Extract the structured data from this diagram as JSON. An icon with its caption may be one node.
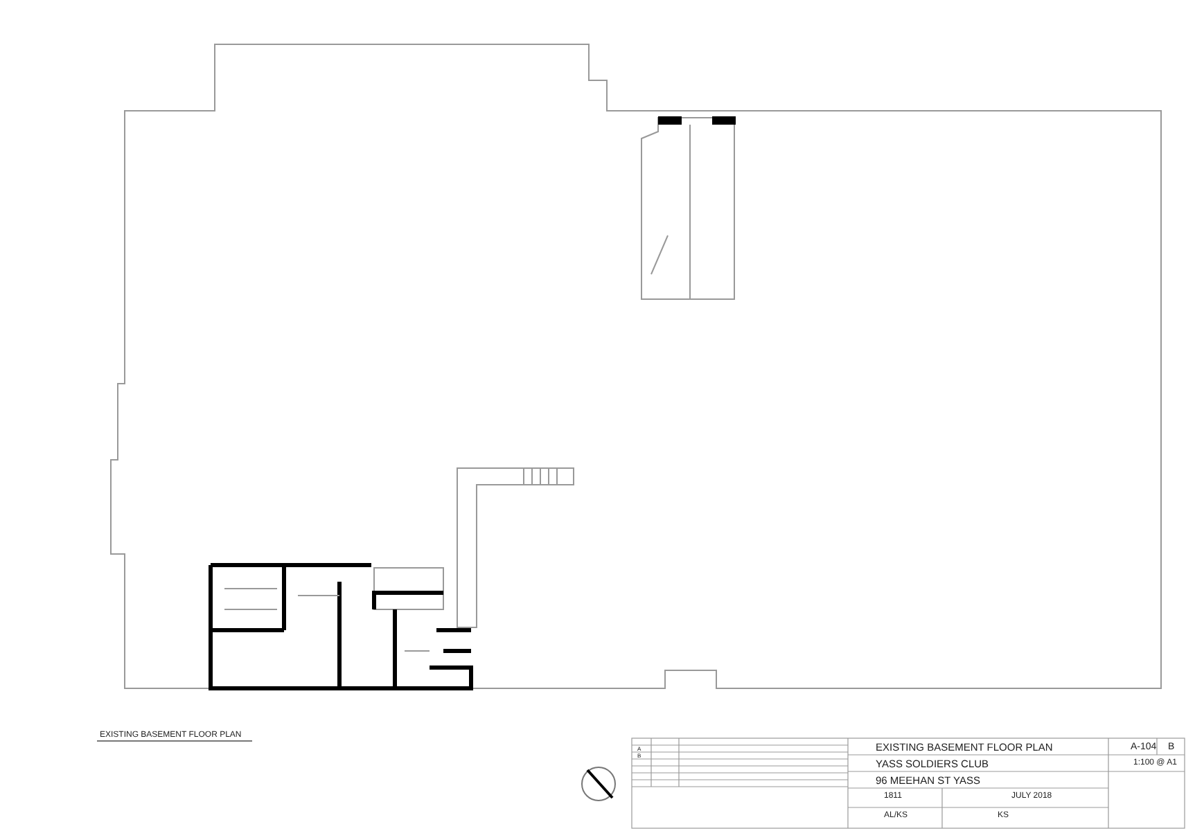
{
  "diagram": {
    "title": "EXISTING BASEMENT FLOOR PLAN",
    "labels": [
      "A",
      "B",
      "EXISTING BASEMENT FLOOR PLAN",
      "A-104",
      "B",
      "YASS SOLDIERS CLUB",
      "1:100 @ A1",
      "96 MEEHAN ST YASS",
      "1811",
      "JULY 2018",
      "AL/KS",
      "KS"
    ]
  }
}
